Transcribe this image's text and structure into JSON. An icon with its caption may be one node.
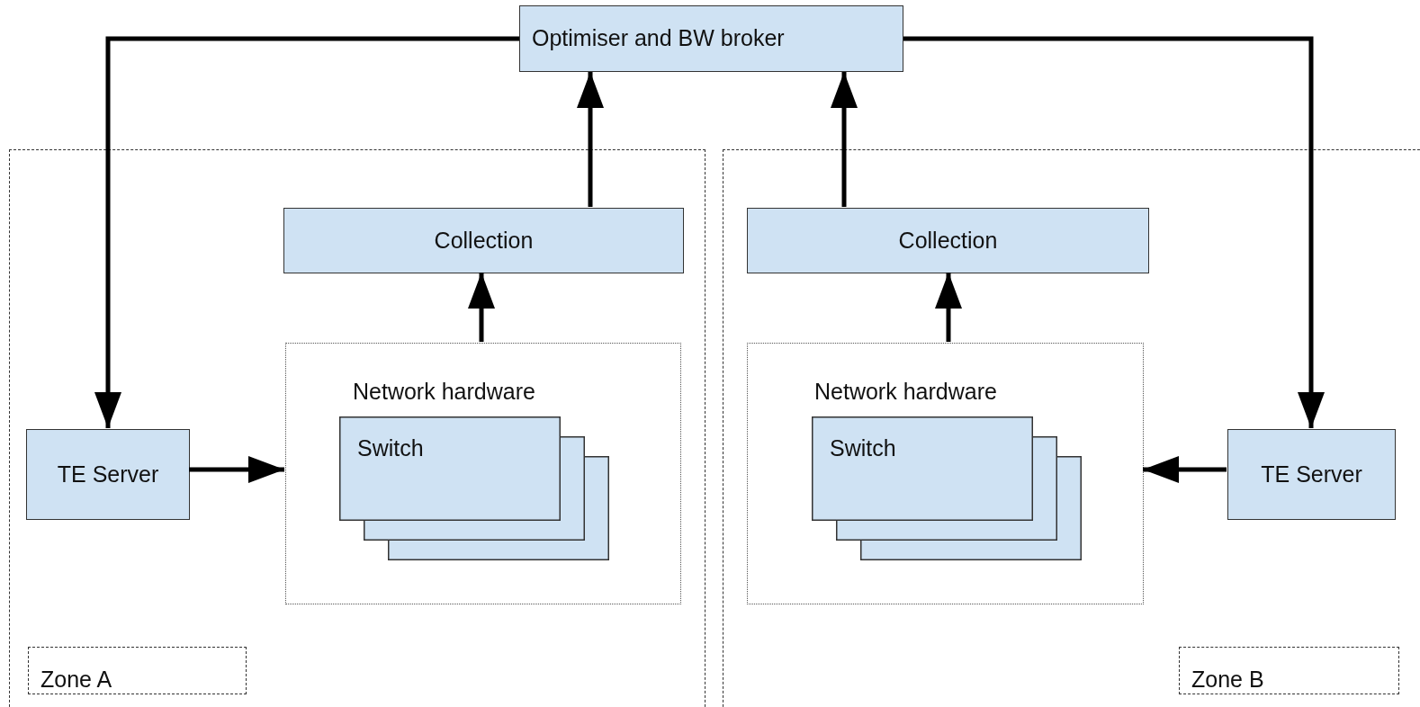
{
  "diagram": {
    "nodes": [
      {
        "text": [
          "Optimiser and BW broker"
        ]
      },
      {
        "text": [],
        "shape": "box"
      },
      {
        "text": [
          "Collection"
        ],
        "in": 1
      },
      {
        "text": [
          "Network hardware"
        ],
        "in": 1
      },
      {
        "text": [
          "Switch"
        ],
        "in": 3
      },
      {
        "text": [
          "TE Server"
        ],
        "in": 1
      },
      {
        "text": [
          "Zone A"
        ],
        "in": 1
      },
      {
        "text": [],
        "shape": "box"
      },
      {
        "text": [
          "Collection"
        ],
        "in": 7
      },
      {
        "text": [
          "Network hardware"
        ],
        "in": 7
      },
      {
        "text": [
          "Switch"
        ],
        "in": 9
      },
      {
        "text": [
          "TE Server"
        ],
        "in": 7
      },
      {
        "text": [
          "Zone B"
        ],
        "in": 7
      }
    ],
    "edges": [
      {
        "from": 0,
        "to": 5,
        "arrow": "to"
      },
      {
        "from": 2,
        "to": 0,
        "arrow": "to"
      },
      {
        "from": 3,
        "to": 2,
        "arrow": "to"
      },
      {
        "from": 5,
        "to": 3,
        "arrow": "to"
      },
      {
        "from": 0,
        "to": 11,
        "arrow": "to"
      },
      {
        "from": 8,
        "to": 0,
        "arrow": "to"
      },
      {
        "from": 9,
        "to": 8,
        "arrow": "to"
      },
      {
        "from": 11,
        "to": 9,
        "arrow": "to"
      }
    ]
  }
}
